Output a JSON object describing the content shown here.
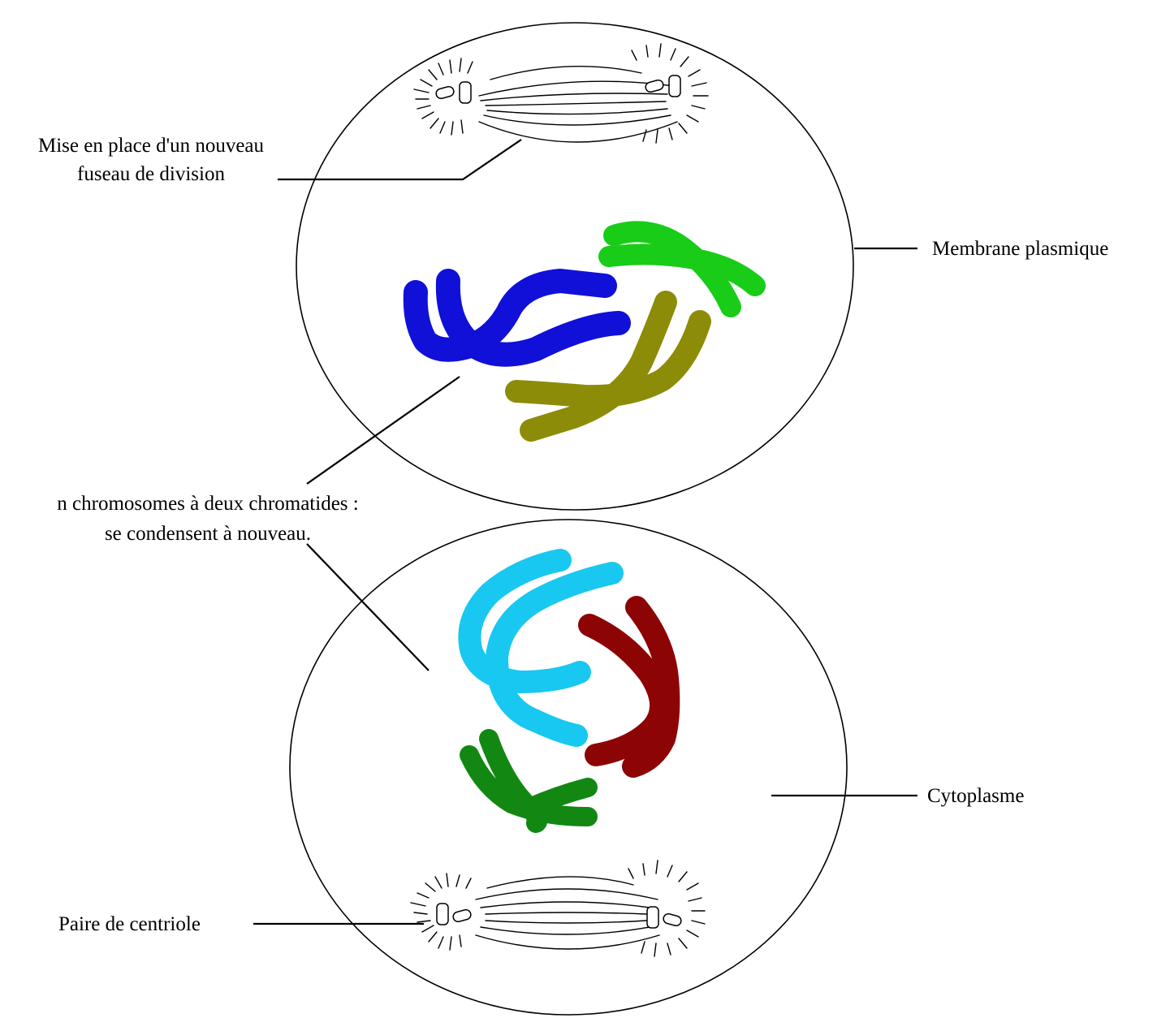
{
  "labels": {
    "spindle_line1": "Mise en place d'un nouveau",
    "spindle_line2": "fuseau de division",
    "membrane": "Membrane plasmique",
    "chromosomes_line1": "n chromosomes à deux chromatides :",
    "chromosomes_line2": "se condensent à nouveau.",
    "cytoplasm": "Cytoplasme",
    "centrioles": "Paire de centriole"
  },
  "colors": {
    "blue": "#1010d8",
    "green": "#18cc18",
    "olive": "#8c8c08",
    "cyan": "#18c8f0",
    "red": "#8c0404",
    "dark_green": "#128812"
  }
}
